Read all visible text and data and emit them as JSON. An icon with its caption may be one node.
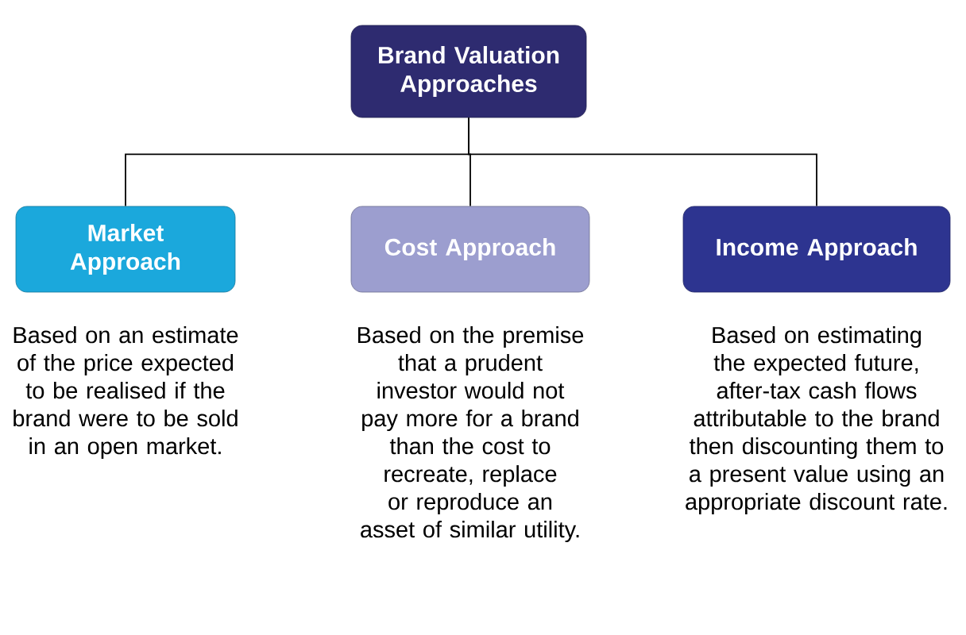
{
  "diagram": {
    "nodes": [
      {
        "text": [
          "Brand Valuation Approaches"
        ]
      },
      {
        "text": [
          "Market Approach"
        ],
        "beside": [
          "Based on an estimate of the price expected to be realised if the brand were to be sold in an open market."
        ]
      },
      {
        "text": [
          "Cost Approach"
        ],
        "beside": [
          "Based on the premise that a prudent investor would not pay more for a brand than the cost to recreate, replace or reproduce an asset of similar utility."
        ]
      },
      {
        "text": [
          "Income Approach"
        ],
        "beside": [
          "Based on estimating the expected future, after-tax cash flows attributable to the brand then discounting them to a present value using an appropriate discount rate."
        ]
      }
    ],
    "edges": [
      {
        "from": 0,
        "to": 1,
        "arrow": "none"
      },
      {
        "from": 0,
        "to": 2,
        "arrow": "none"
      },
      {
        "from": 0,
        "to": 3,
        "arrow": "none"
      }
    ]
  }
}
